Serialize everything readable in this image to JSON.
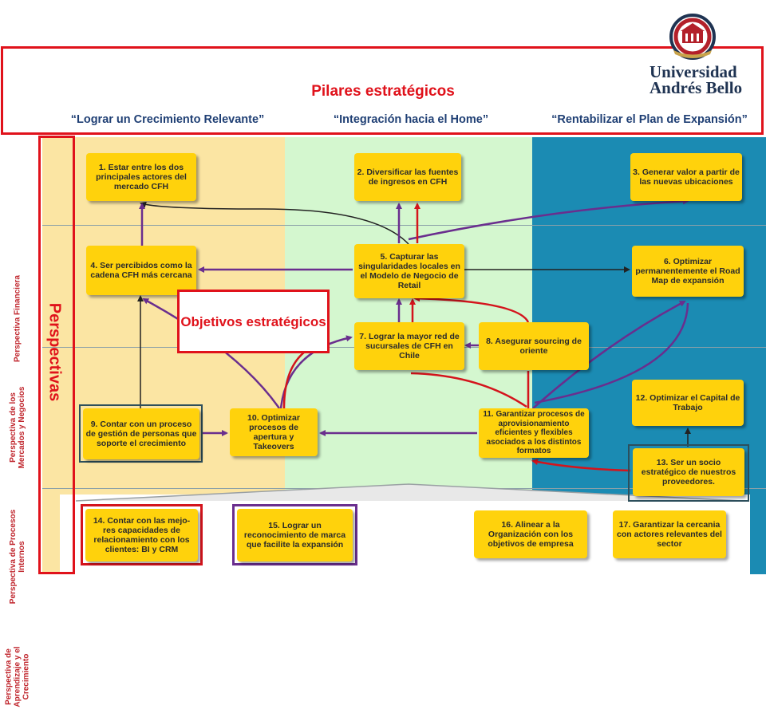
{
  "header": {
    "title": "Pilares estratégicos",
    "pillars": [
      "“Lograr un Crecimiento Relevante”",
      "“Integración hacia el Home”",
      "“Rentabilizar el Plan de Expansión”"
    ]
  },
  "logo": {
    "line1": "Universidad",
    "line2": "Andrés Bello"
  },
  "perspectives": {
    "label": "Perspectivas",
    "rows": [
      "Perspectiva Financiera",
      "Perspectiva de los Mercados y Negocios",
      "Perspectiva de Procesos Internos",
      "Perspectiva de Aprendizaje y el Crecimiento"
    ]
  },
  "callout": "Objetivos estratégicos",
  "objectives": [
    {
      "id": 1,
      "text": "1. Estar entre los dos principales actores del mercado CFH"
    },
    {
      "id": 2,
      "text": "2. Diversificar las fuentes de ingresos en CFH"
    },
    {
      "id": 3,
      "text": "3. Generar valor a partir de las nuevas ubicaciones"
    },
    {
      "id": 4,
      "text": "4. Ser percibidos como la cadena CFH más cercana"
    },
    {
      "id": 5,
      "text": "5. Capturar las singularidades locales en el Modelo de Negocio de Retail"
    },
    {
      "id": 6,
      "text": "6. Optimizar permanentemente el Road Map de expansión"
    },
    {
      "id": 7,
      "text": "7. Lograr la mayor red de sucursales de CFH en Chile"
    },
    {
      "id": 8,
      "text": "8. Asegurar sourcing de oriente"
    },
    {
      "id": 9,
      "text": "9. Contar con un proceso de gestión de personas que soporte el crecimiento"
    },
    {
      "id": 10,
      "text": "10. Optimizar procesos de apertura y Takeovers"
    },
    {
      "id": 11,
      "text": "11. Garantizar procesos de aprovisionamiento eficientes y flexibles asociados a los distintos formatos"
    },
    {
      "id": 12,
      "text": "12. Optimizar el Capital de Trabajo"
    },
    {
      "id": 13,
      "text": "13. Ser un socio estratégico de nuestros proveedores."
    },
    {
      "id": 14,
      "text": "14. Contar con las mejo-res capacidades de relacionamiento con los clientes: BI y CRM"
    },
    {
      "id": 15,
      "text": "15. Lograr un reconocimiento de marca que facilite la expansión"
    },
    {
      "id": 16,
      "text": "16. Alinear a la Organización con los objetivos de empresa"
    },
    {
      "id": 17,
      "text": "17. Garantizar la cercania con actores relevantes del sector"
    }
  ],
  "colors": {
    "frame_red": "#e0121b",
    "box_yellow": "#ffd20c",
    "arrow_purple": "#6a2e8e",
    "arrow_red": "#d4141c",
    "arrow_black": "#222222",
    "column_left": "#fbe5a3",
    "column_mid": "#d4f7cf",
    "column_right": "#1b8bb3"
  }
}
